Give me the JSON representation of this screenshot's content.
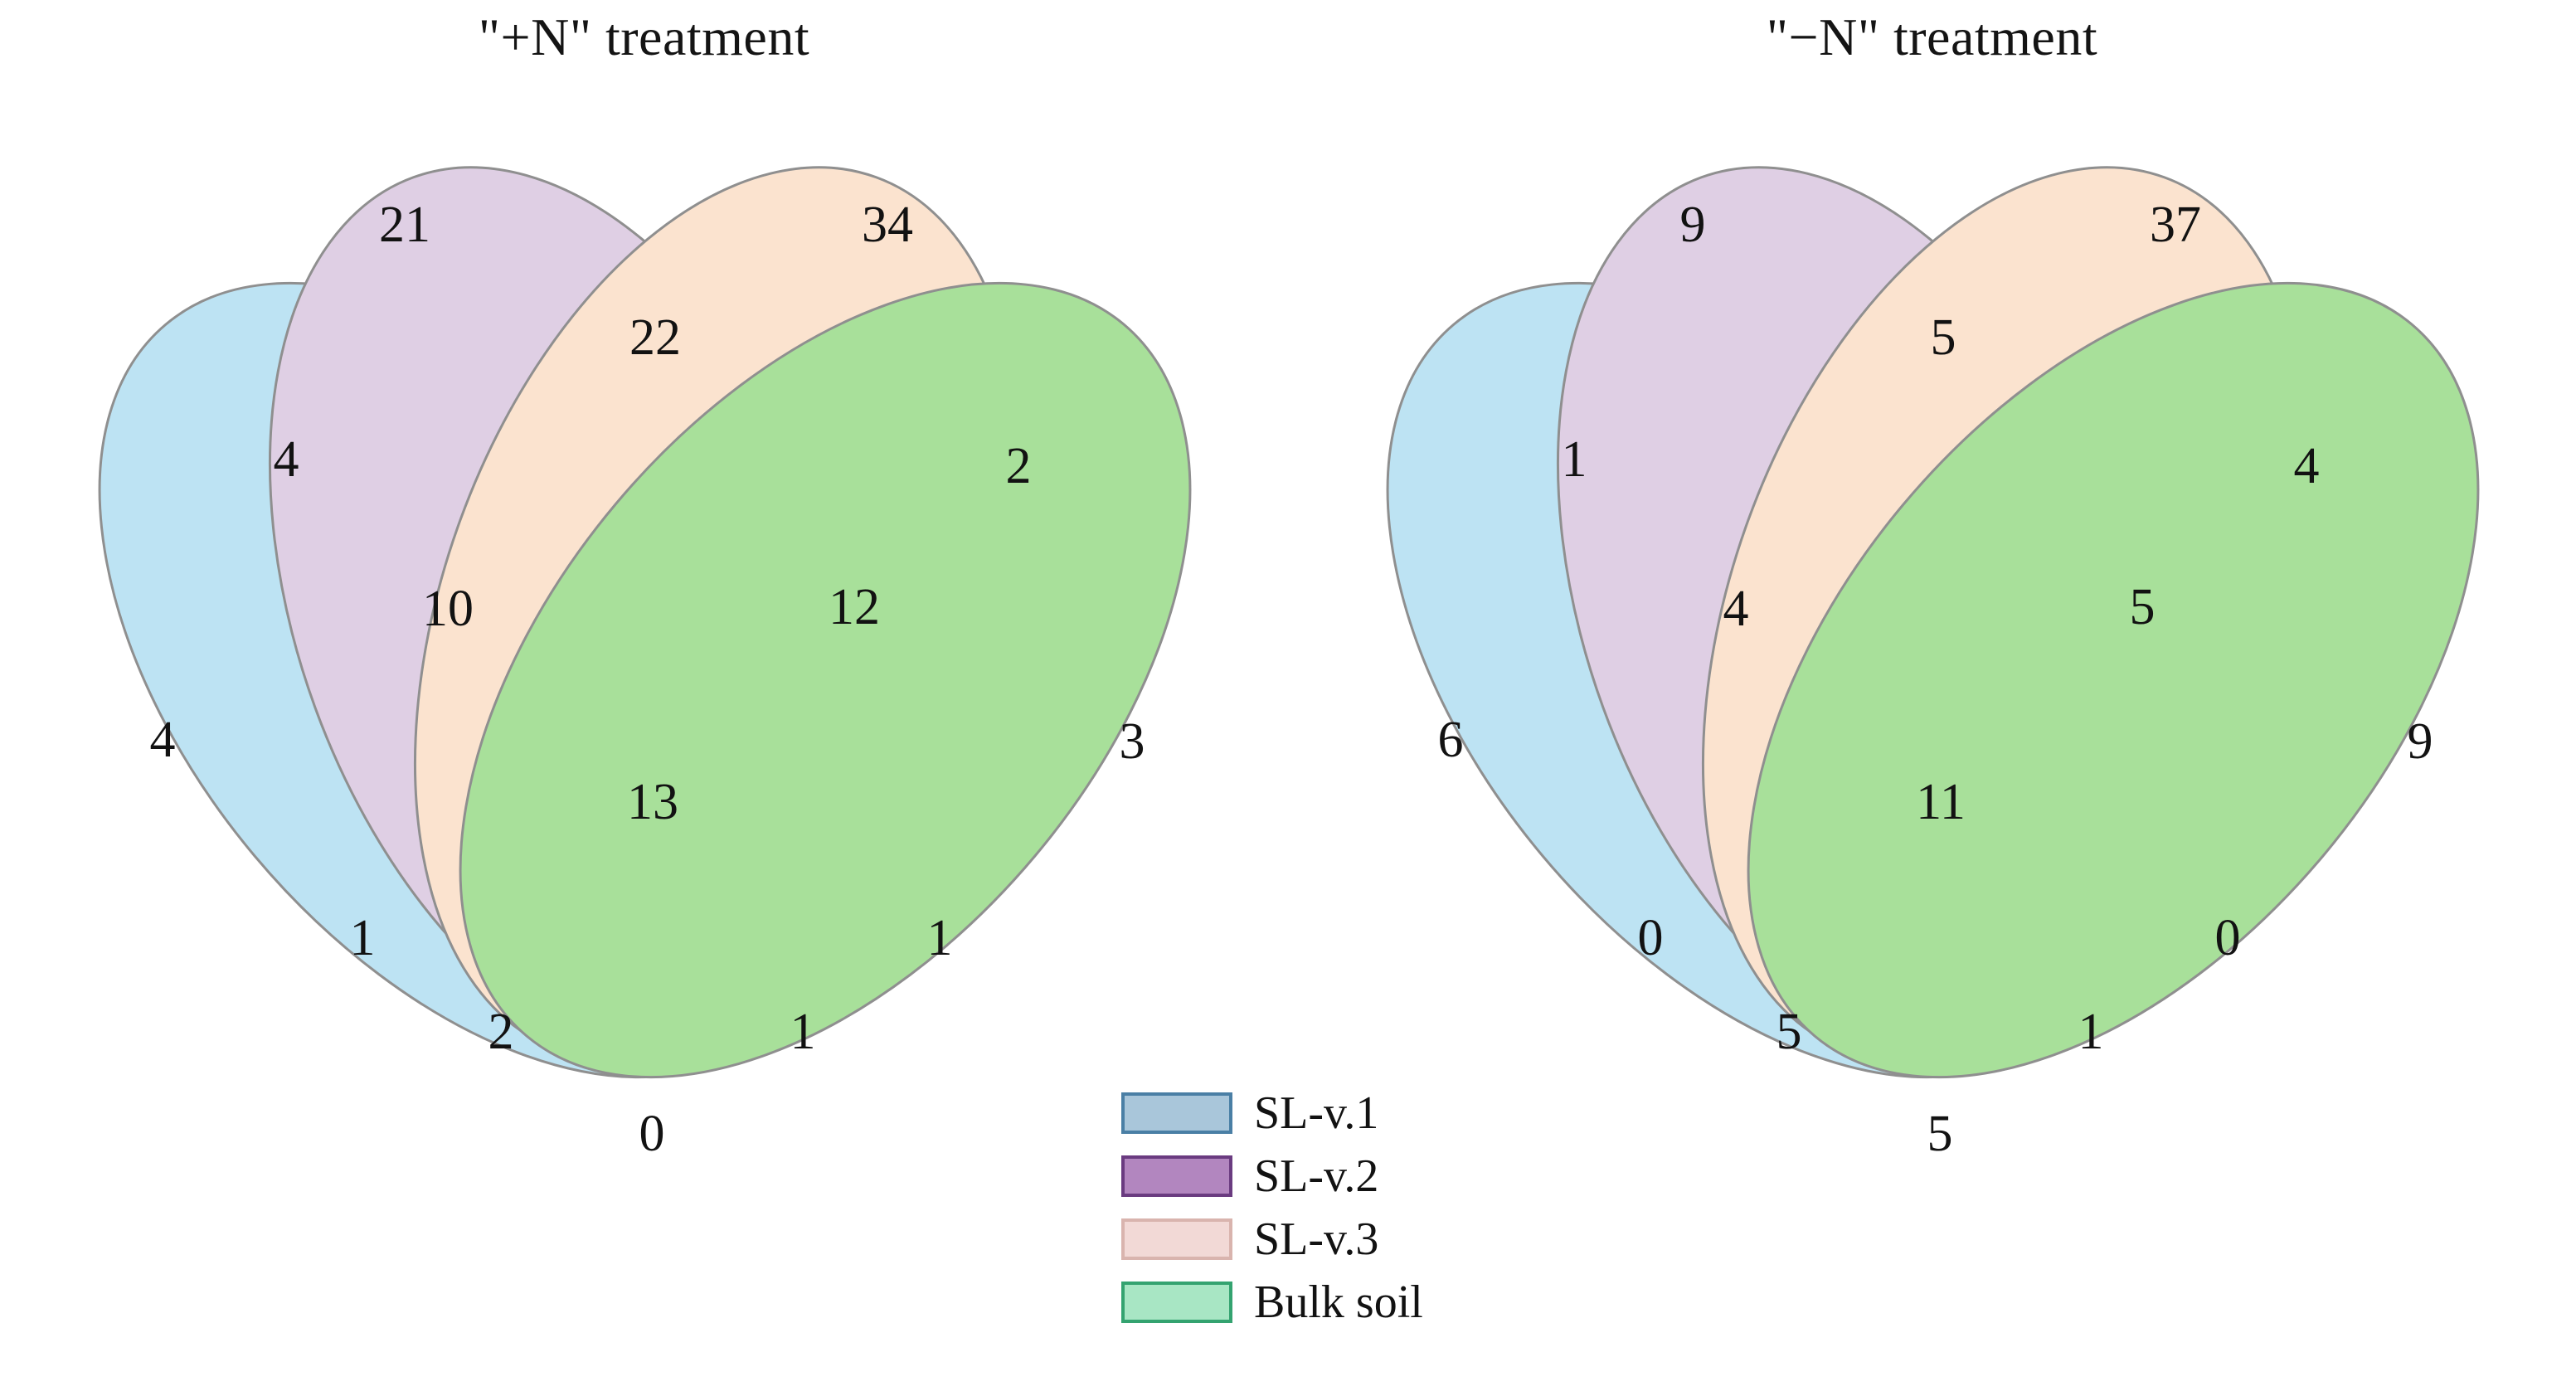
{
  "figure": {
    "type": "venn-4set",
    "background": "#ffffff"
  },
  "panels": [
    {
      "id": "plus-n",
      "title": "\"+N\" treatment",
      "regions": {
        "A": "4",
        "B": "21",
        "C": "34",
        "D": "3",
        "AB": "4",
        "BC": "22",
        "CD": "2",
        "AC": "10",
        "BD": "1",
        "AD": "2",
        "ABC": "10",
        "BCD": "12",
        "ABD": "1",
        "ACD": "1",
        "ABCD": "13",
        "AD_only": "0"
      }
    },
    {
      "id": "minus-n",
      "title": "\"−N\" treatment",
      "regions": {
        "A": "6",
        "B": "9",
        "C": "37",
        "D": "9",
        "AB": "1",
        "BC": "5",
        "CD": "4",
        "AC": "4",
        "BD": "0",
        "AD": "5",
        "ABC": "4",
        "BCD": "5",
        "ABD": "1",
        "ACD": "0",
        "ABCD": "11",
        "AD_only": "5"
      }
    }
  ],
  "chart_data": {
    "type": "venn",
    "title": "",
    "sets": [
      "SL-v.1",
      "SL-v.2",
      "SL-v.3",
      "Bulk soil"
    ],
    "panels": [
      {
        "title": "\"+N\" treatment",
        "counts": {
          "SL-v.1": 4,
          "SL-v.2": 21,
          "SL-v.3": 34,
          "Bulk soil": 3,
          "SL-v.1∩SL-v.2": 4,
          "SL-v.2∩SL-v.3": 22,
          "SL-v.3∩Bulk soil": 2,
          "SL-v.1∩SL-v.3": 1,
          "SL-v.2∩Bulk soil": 1,
          "SL-v.1∩Bulk soil": 0,
          "SL-v.1∩SL-v.2∩SL-v.3": 10,
          "SL-v.2∩SL-v.3∩Bulk soil": 12,
          "SL-v.1∩SL-v.2∩Bulk soil": 2,
          "SL-v.1∩SL-v.3∩Bulk soil": 1,
          "SL-v.1∩SL-v.2∩SL-v.3∩Bulk soil": 13
        }
      },
      {
        "title": "\"−N\" treatment",
        "counts": {
          "SL-v.1": 6,
          "SL-v.2": 9,
          "SL-v.3": 37,
          "Bulk soil": 9,
          "SL-v.1∩SL-v.2": 1,
          "SL-v.2∩SL-v.3": 5,
          "SL-v.3∩Bulk soil": 4,
          "SL-v.1∩SL-v.3": 4,
          "SL-v.2∩Bulk soil": 0,
          "SL-v.1∩Bulk soil": 5,
          "SL-v.1∩SL-v.2∩SL-v.3": 4,
          "SL-v.2∩SL-v.3∩Bulk soil": 5,
          "SL-v.1∩SL-v.2∩Bulk soil": 5,
          "SL-v.1∩SL-v.3∩Bulk soil": 1,
          "SL-v.1∩SL-v.2∩SL-v.3∩Bulk soil": 11
        }
      }
    ],
    "legend": {
      "position": "bottom-center",
      "entries": [
        {
          "label": "SL-v.1",
          "fill": "#a9c6da",
          "stroke": "#4a7fa5"
        },
        {
          "label": "SL-v.2",
          "fill": "#b286bf",
          "stroke": "#6a3b80"
        },
        {
          "label": "SL-v.3",
          "fill": "#f2d9d6",
          "stroke": "#d9b4ae"
        },
        {
          "label": "Bulk soil",
          "fill": "#a8e6c4",
          "stroke": "#34a370"
        }
      ]
    }
  },
  "ellipse_colors": {
    "sl_v1": "#bde3f3",
    "sl_v2": "#dfcfe4",
    "sl_v3": "#fbe3cf",
    "bulk_soil": "#a8e09a",
    "stroke": "#8a8a8a"
  },
  "legend": {
    "items": [
      {
        "label": "SL-v.1",
        "fill": "#a9c6da",
        "stroke": "#4a7fa5"
      },
      {
        "label": "SL-v.2",
        "fill": "#b286bf",
        "stroke": "#6a3b80"
      },
      {
        "label": "SL-v.3",
        "fill": "#f2d9d6",
        "stroke": "#d9b4ae"
      },
      {
        "label": "Bulk soil",
        "fill": "#a8e6c4",
        "stroke": "#34a370"
      }
    ]
  }
}
